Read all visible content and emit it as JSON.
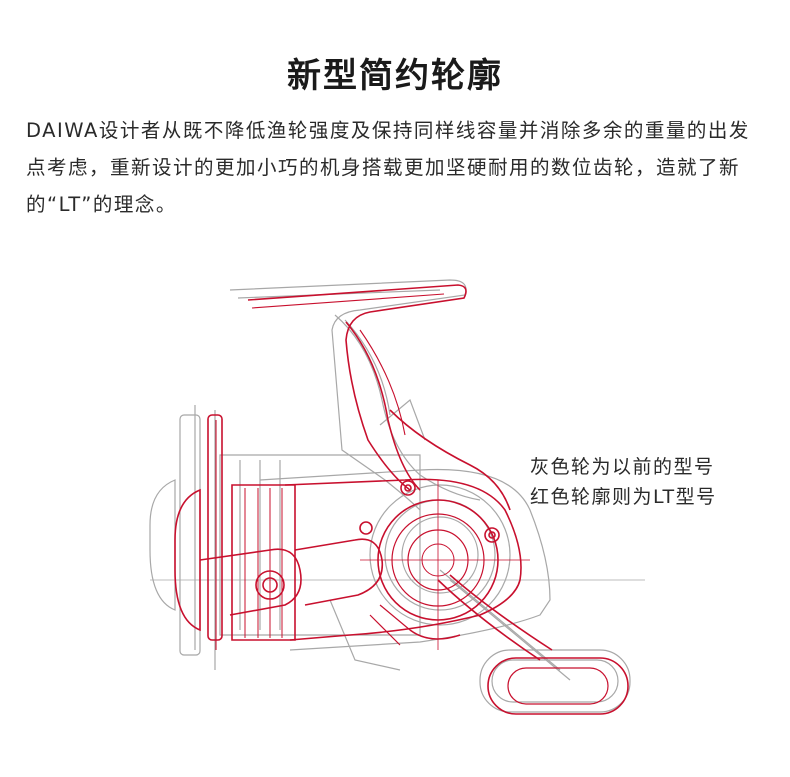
{
  "header": {
    "title": "新型简约轮廓"
  },
  "description": {
    "text": "DAIWA设计者从既不降低渔轮强度及保持同样线容量并消除多余的重量的出发点考虑，重新设计的更加小巧的机身搭载更加坚硬耐用的数位齿轮，造就了新的“LT”的理念。"
  },
  "caption": {
    "line1": "灰色轮为以前的型号",
    "line2": "红色轮廓则为LT型号"
  },
  "colors": {
    "lt_outline": "#c8102e",
    "previous_outline": "#9a9a9a",
    "text": "#222222"
  }
}
